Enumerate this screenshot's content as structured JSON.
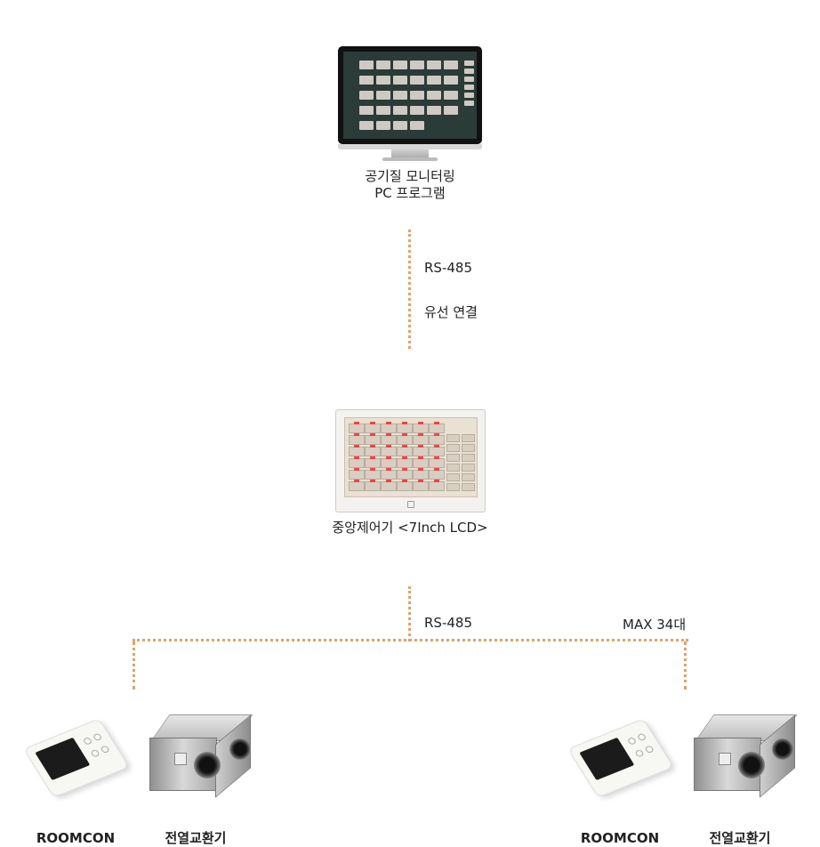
{
  "nodes": {
    "pc": {
      "line1": "공기질 모니터링",
      "line2": "PC 프로그램"
    },
    "central": {
      "label": "중앙제어기 <7Inch LCD>"
    },
    "left": {
      "roomcon": "ROOMCON",
      "exchanger": "전열교환기"
    },
    "right": {
      "roomcon": "ROOMCON",
      "exchanger": "전열교환기"
    }
  },
  "links": {
    "upper": {
      "protocol": "RS-485",
      "type": "유선 연결"
    },
    "lower": {
      "protocol": "RS-485",
      "max": "MAX 34대"
    }
  },
  "colors": {
    "connector": "#e0a26b"
  }
}
